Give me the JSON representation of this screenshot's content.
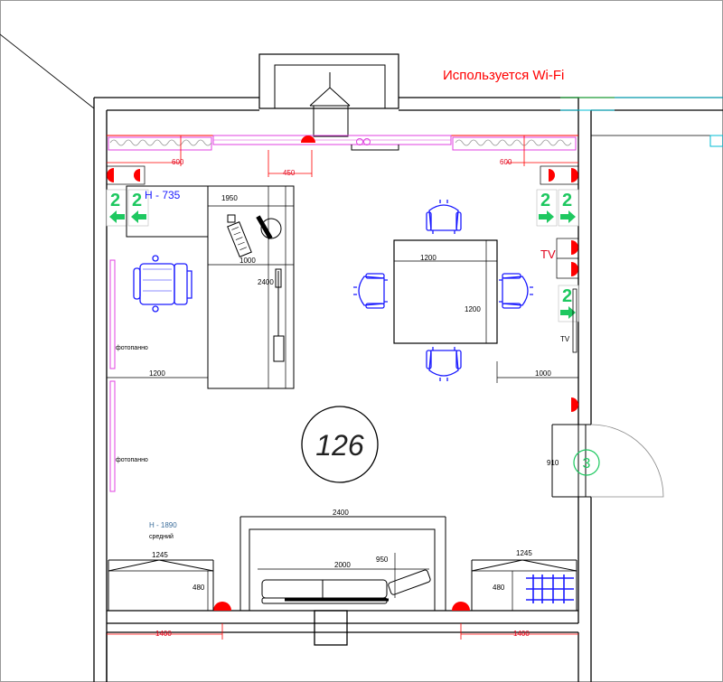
{
  "plan": {
    "room_number": "126",
    "wifi_note": "Используется  Wi-Fi",
    "desk_height": "Н - 735",
    "cabinet_height": "Н - 1890",
    "cabinet_type": "средний",
    "photo_panel_top": "фотопанно",
    "photo_panel_bottom": "фотопанно",
    "tv_label_red": "TV",
    "tv_label_small": "TV",
    "door_number": "3",
    "exit_sign_digit": "2"
  },
  "dimensions": {
    "window_left": "600",
    "window_center": "450",
    "window_right": "600",
    "desk_length": "1950",
    "desk_return": "1000",
    "desk_depth": "2400",
    "left_clearance": "1200",
    "table_width": "1200",
    "table_depth": "1200",
    "right_clearance": "1000",
    "door_width": "910",
    "sofa_zone_width": "2400",
    "sofa_width": "2000",
    "sofa_depth": "950",
    "cabinet_left_width": "1245",
    "cabinet_right_width": "1245",
    "cabinet_left_depth": "480",
    "cabinet_right_depth": "480",
    "bottom_left": "1400",
    "bottom_right": "1400"
  },
  "colors": {
    "wall": "#000000",
    "furniture_blue": "#1a1aff",
    "socket_red": "#ff0000",
    "exit_green": "#1ec860",
    "magenta": "#e040e0",
    "cyan": "#00bcd4"
  },
  "icons": [
    "chair-icon",
    "office-chair-icon",
    "keyboard-icon",
    "monitor-icon",
    "socket-icon",
    "exit-sign-icon",
    "sofa-icon",
    "fireplace-icon"
  ]
}
